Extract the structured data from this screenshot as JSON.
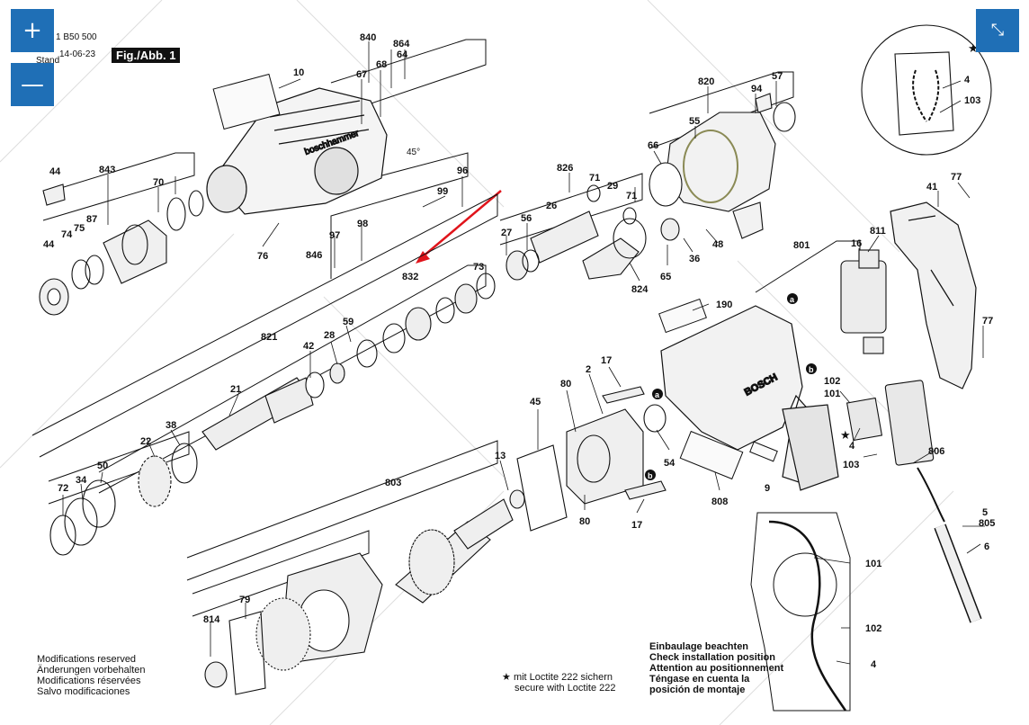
{
  "controls": {
    "zoom_in": "+",
    "zoom_out": "—",
    "collapse": "⤡"
  },
  "header": {
    "part_number": "1 B50 500",
    "date_label": "Stand",
    "date": "14-06-23",
    "figure": "Fig./Abb. 1"
  },
  "labels": {
    "l840": "840",
    "l864": "864",
    "l64": "64",
    "l67": "67",
    "l68": "68",
    "l10": "10",
    "l820": "820",
    "l57": "57",
    "l94": "94",
    "l55": "55",
    "l66": "66",
    "l44a": "44",
    "l843": "843",
    "l70": "70",
    "l74": "74",
    "l75": "75",
    "l87": "87",
    "l44b": "44",
    "l45deg": "45°",
    "l96": "96",
    "l99": "99",
    "l98": "98",
    "l97": "97",
    "l846": "846",
    "l76": "76",
    "l826": "826",
    "l71a": "71",
    "l29": "29",
    "l71b": "71",
    "l26": "26",
    "l56": "56",
    "l27": "27",
    "l48": "48",
    "l36": "36",
    "l65": "65",
    "l824": "824",
    "l73": "73",
    "l832": "832",
    "l41": "41",
    "l77a": "77",
    "l811": "811",
    "l16": "16",
    "l801": "801",
    "l77b": "77",
    "l821": "821",
    "l42": "42",
    "l28": "28",
    "l59": "59",
    "l21": "21",
    "l190": "190",
    "l22": "22",
    "l38": "38",
    "l72": "72",
    "l34": "34",
    "l50": "50",
    "l45": "45",
    "l80a": "80",
    "l2": "2",
    "l17a": "17",
    "l54": "54",
    "l13": "13",
    "l803": "803",
    "l80b": "80",
    "l17b": "17",
    "l808": "808",
    "l9": "9",
    "l102a": "102",
    "l101a": "101",
    "l4a": "4",
    "l103a": "103",
    "l806": "806",
    "l5": "5",
    "l805": "805",
    "l6": "6",
    "l814": "814",
    "l79": "79",
    "l101b": "101",
    "l102b": "102",
    "l4b": "4",
    "inset_4": "4",
    "inset_103": "103",
    "marker_a1": "a",
    "marker_a2": "a",
    "marker_b1": "b",
    "marker_b2": "b"
  },
  "housing_text": {
    "brand": "BOSCH",
    "hammer": "boschhammer"
  },
  "notes_left": [
    "Modifications reserved",
    "Änderungen vorbehalten",
    "Modifications réservées",
    "Salvo modificaciones"
  ],
  "notes_center": {
    "star": "★",
    "line1": "mit Loctite 222 sichern",
    "line2": "secure with Loctite 222"
  },
  "notes_right": [
    "Einbaulage beachten",
    "Check installation position",
    "Attention au positionnement",
    "Téngase en cuenta la",
    "posición de montaje"
  ],
  "colors": {
    "accent": "#1f6fb6",
    "arrow": "#e0141b",
    "line": "#111111",
    "watermark": "#d7d7d7"
  }
}
